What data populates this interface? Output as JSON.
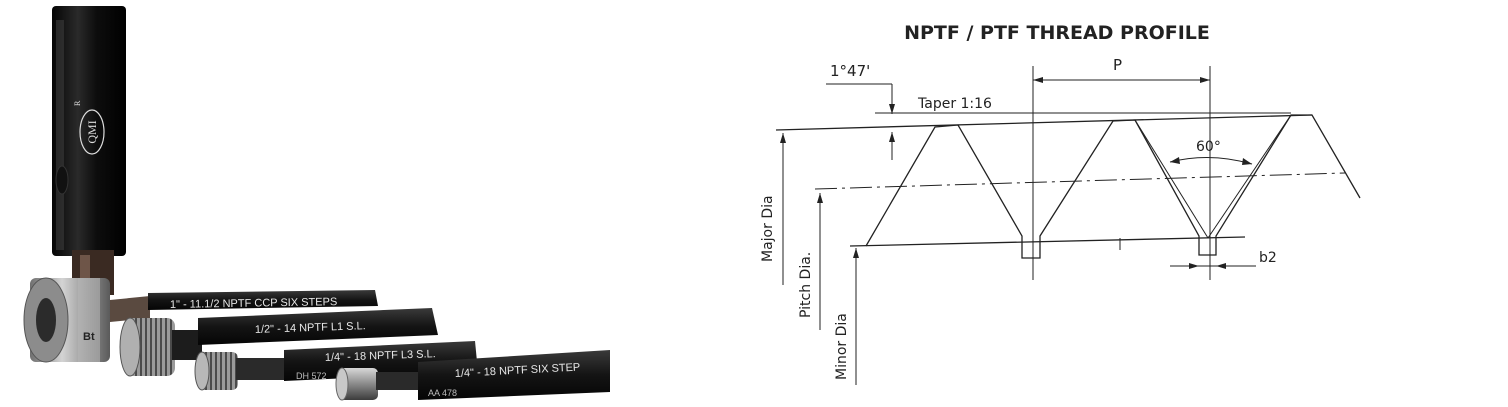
{
  "photo": {
    "logo_text": "QMI",
    "logo_mark": "R",
    "ring_mark": "Bt",
    "gauges": [
      {
        "label": "1\" - 11.1/2 NPTF CCP SIX STEPS",
        "code": ""
      },
      {
        "label": "1/2\" - 14  NPTF  L1 S.L.",
        "code": ""
      },
      {
        "label": "1/4\" - 18 NPTF L3 S.L.",
        "code": "DH 572"
      },
      {
        "label": "1/4\" - 18 NPTF  SIX STEP",
        "code": "AA 478"
      }
    ]
  },
  "diagram": {
    "title": "NPTF / PTF THREAD PROFILE",
    "angle_label": "1°47'",
    "pitch_label": "P",
    "taper_label": "Taper  1:16",
    "thread_angle_label": "60°",
    "major_dia_label": "Major Dia",
    "pitch_dia_label": "Pitch Dia.",
    "minor_dia_label": "Minor Dia",
    "b2_label": "b2"
  }
}
